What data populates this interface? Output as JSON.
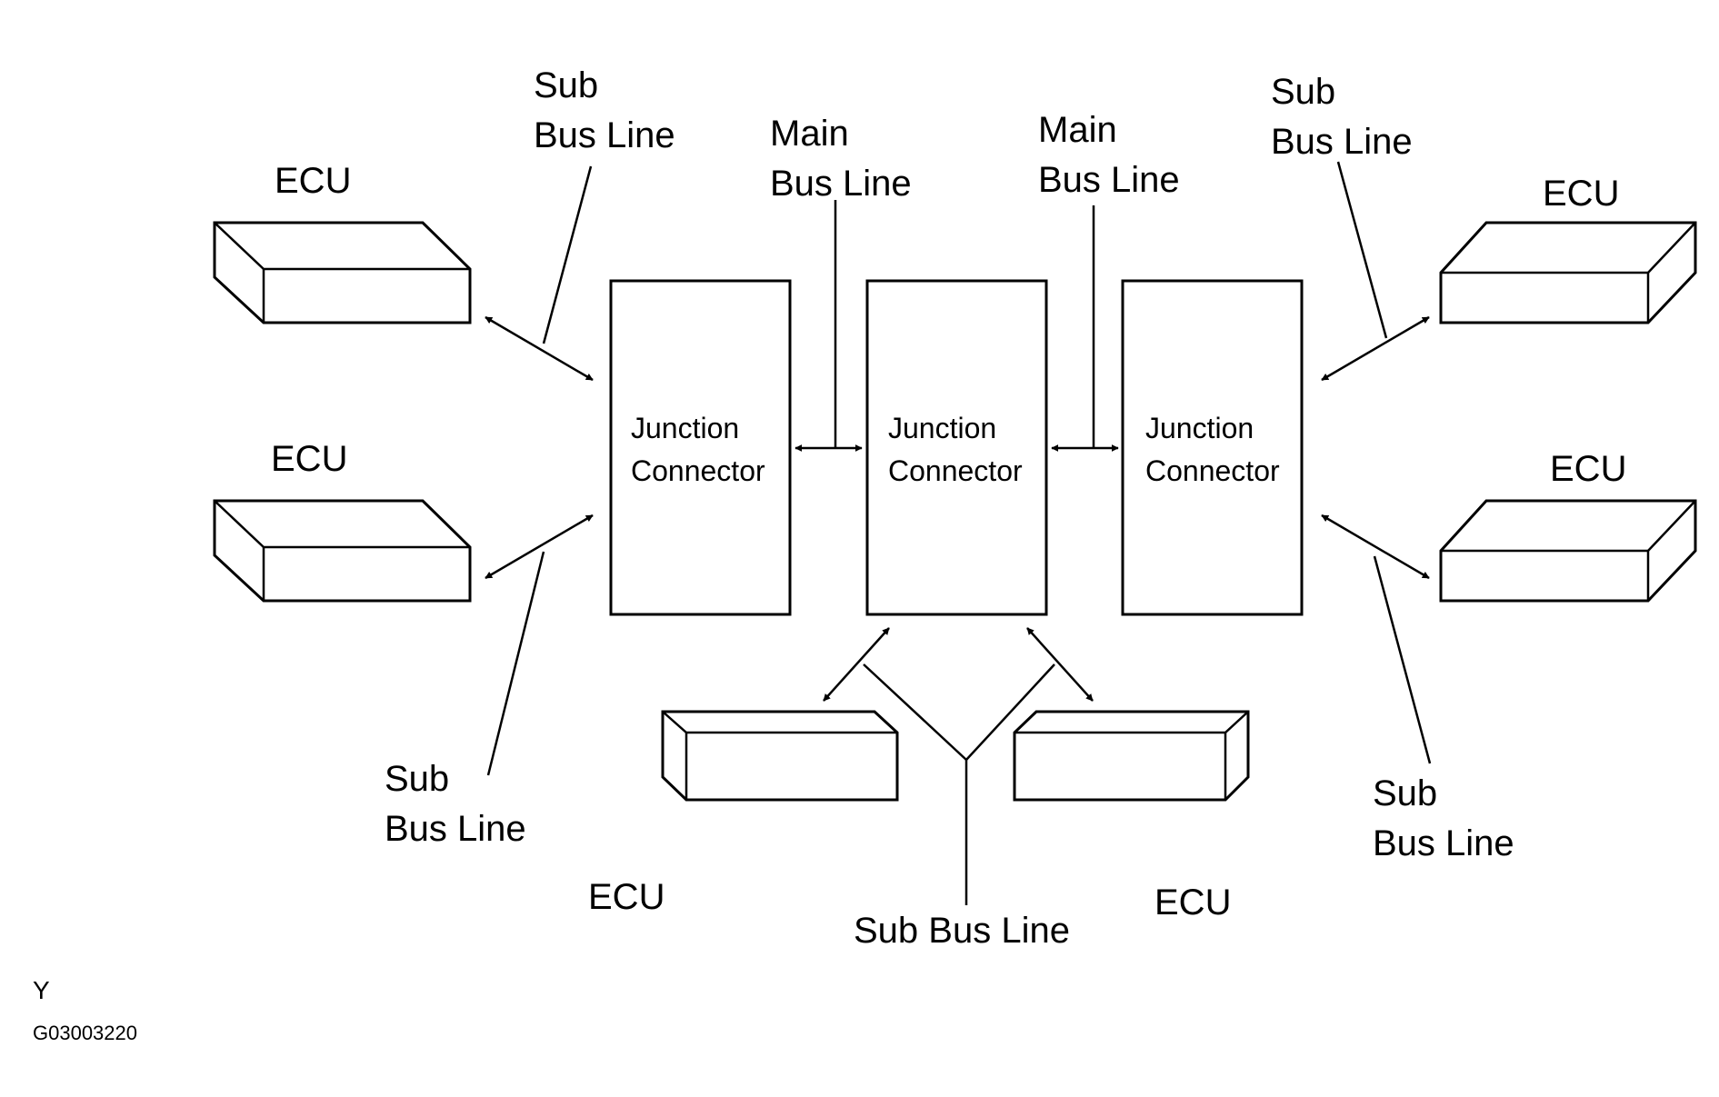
{
  "labels": {
    "ecu": "ECU",
    "sub": "Sub",
    "bus_line": "Bus Line",
    "main": "Main",
    "sub_bus_line": "Sub Bus Line",
    "junction": "Junction",
    "connector": "Connector",
    "corner_letter": "Y",
    "figure_code": "G03003220"
  },
  "colors": {
    "stroke": "#000000",
    "fill": "#ffffff"
  }
}
